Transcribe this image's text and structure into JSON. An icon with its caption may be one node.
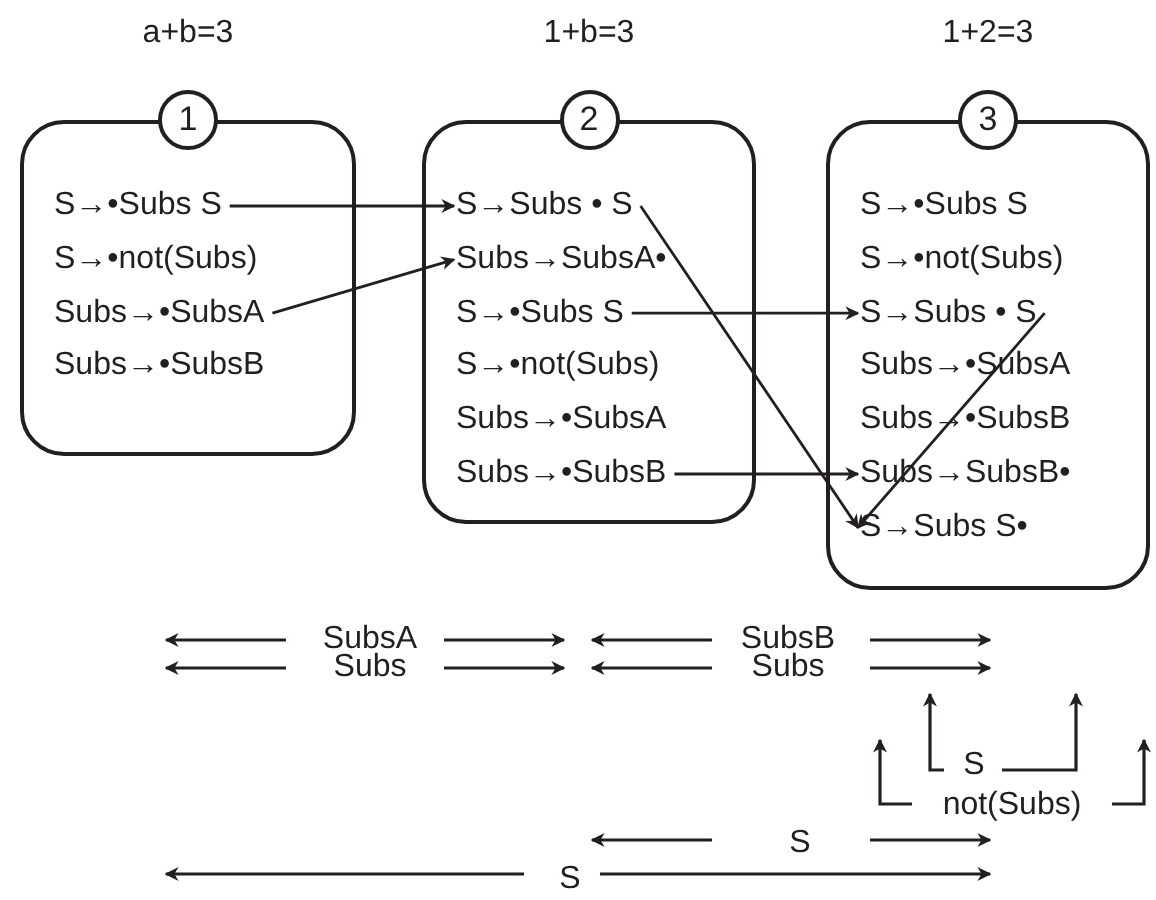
{
  "diagram": {
    "nodes": [
      {
        "text": [
          "1"
        ],
        "beside": [
          "a+b=3"
        ]
      },
      {
        "text": [
          "S→•Subs S"
        ],
        "in": 0
      },
      {
        "text": [
          "S→•not(Subs)"
        ],
        "in": 0
      },
      {
        "text": [
          "Subs→•SubsA"
        ],
        "in": 0
      },
      {
        "text": [
          "Subs→•SubsB"
        ],
        "in": 0
      },
      {
        "text": [
          "2"
        ],
        "beside": [
          "1+b=3"
        ]
      },
      {
        "text": [
          "S→Subs • S"
        ],
        "in": 5
      },
      {
        "text": [
          "Subs→SubsA•"
        ],
        "in": 5
      },
      {
        "text": [
          "S→•Subs S"
        ],
        "in": 5
      },
      {
        "text": [
          "S→•not(Subs)"
        ],
        "in": 5
      },
      {
        "text": [
          "Subs→•SubsA"
        ],
        "in": 5
      },
      {
        "text": [
          "Subs→•SubsB"
        ],
        "in": 5
      },
      {
        "text": [
          "3"
        ],
        "beside": [
          "1+2=3"
        ]
      },
      {
        "text": [
          "S→•Subs S"
        ],
        "in": 12
      },
      {
        "text": [
          "S→•not(Subs)"
        ],
        "in": 12
      },
      {
        "text": [
          "S→Subs • S"
        ],
        "in": 12
      },
      {
        "text": [
          "Subs→•SubsA"
        ],
        "in": 12
      },
      {
        "text": [
          "Subs→•SubsB"
        ],
        "in": 12
      },
      {
        "text": [
          "Subs→SubsB•"
        ],
        "in": 12
      },
      {
        "text": [
          "S→Subs S•"
        ],
        "in": 12
      }
    ],
    "edges": [
      {
        "from": 1,
        "to": 6,
        "arrow": "to"
      },
      {
        "from": 3,
        "to": 7,
        "arrow": "to"
      },
      {
        "from": 8,
        "to": 15,
        "arrow": "to"
      },
      {
        "from": 6,
        "to": 19,
        "arrow": "to"
      },
      {
        "from": 11,
        "to": 18,
        "arrow": "to"
      },
      {
        "from": 15,
        "to": 19,
        "arrow": "to"
      }
    ],
    "labels": [
      "SubsA",
      "Subs",
      "SubsB",
      "Subs",
      "S",
      "not(Subs)",
      "S",
      "S"
    ]
  }
}
